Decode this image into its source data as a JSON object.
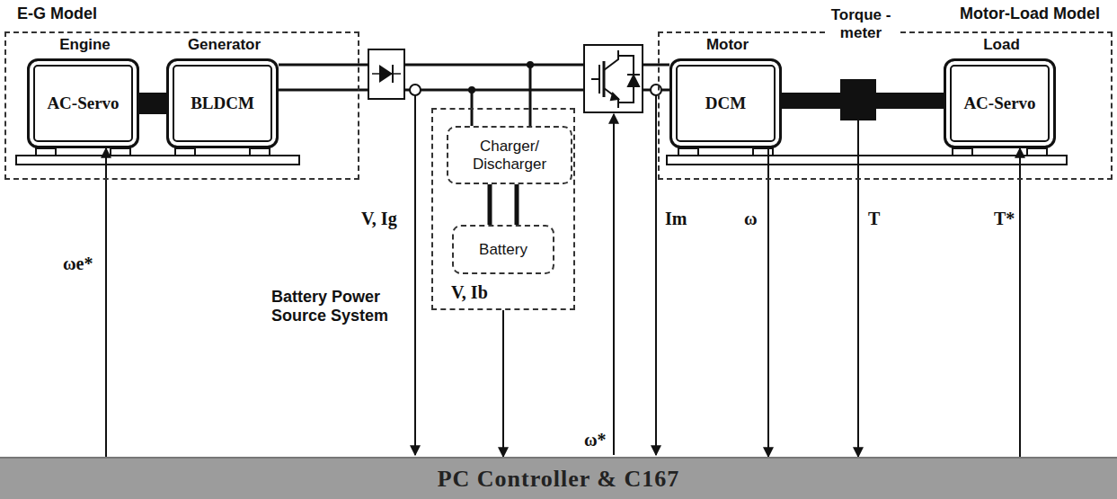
{
  "diagram": {
    "nodes": [
      {
        "text": [
          "E-G Model"
        ]
      },
      {
        "text": [
          "Engine",
          "AC-Servo"
        ],
        "in": 0
      },
      {
        "text": [
          "Generator",
          "BLDCM"
        ],
        "in": 0
      },
      {
        "text": [
          "Motor-Load Model"
        ]
      },
      {
        "text": [
          "Motor",
          "DCM"
        ],
        "in": 3
      },
      {
        "text": [
          "Torque -meter"
        ],
        "in": 3
      },
      {
        "text": [
          "Load",
          "AC-Servo"
        ],
        "in": 3
      },
      {
        "text": [
          "Battery Power Source System"
        ]
      },
      {
        "text": [
          "Charger/ Discharger"
        ],
        "in": 7
      },
      {
        "text": [
          "Battery"
        ],
        "in": 7
      },
      {
        "text": [
          "PC Controller & C167"
        ]
      }
    ],
    "edges": [
      {
        "from": 1,
        "to": 2,
        "arrow": "none"
      },
      {
        "from": 4,
        "to": 5,
        "arrow": "none"
      },
      {
        "from": 5,
        "to": 6,
        "arrow": "none"
      },
      {
        "from": 8,
        "to": 9,
        "arrow": "none"
      },
      {
        "from": 10,
        "to": 1,
        "arrow": "to",
        "label": "ωe*"
      },
      {
        "from": 7,
        "to": 10,
        "arrow": "to",
        "label": "V, Ib"
      },
      {
        "from": 4,
        "to": 10,
        "arrow": "to",
        "label": "ω"
      },
      {
        "from": 5,
        "to": 10,
        "arrow": "to",
        "label": "T"
      },
      {
        "from": 10,
        "to": 6,
        "arrow": "to",
        "label": "T*"
      }
    ],
    "labels": [
      "V, Ig",
      "ω*",
      "Im"
    ]
  }
}
